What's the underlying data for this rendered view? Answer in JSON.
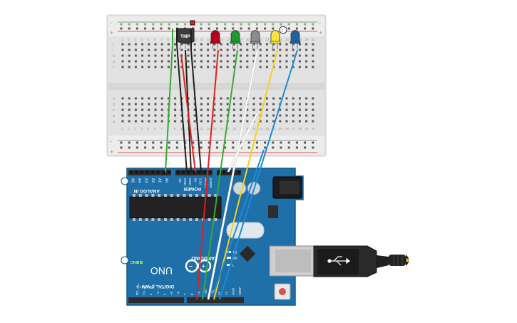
{
  "breadboard": {
    "power_rail_plus": "+",
    "power_rail_minus": "-",
    "row_letters_top": [
      "j",
      "i",
      "h",
      "g",
      "f"
    ],
    "row_letters_bottom": [
      "e",
      "d",
      "c",
      "b",
      "a"
    ],
    "column_numbers": [
      "1",
      "2",
      "3",
      "4",
      "5",
      "6",
      "7",
      "8",
      "9",
      "10",
      "11",
      "12",
      "13",
      "14",
      "15",
      "16",
      "17",
      "18",
      "19",
      "20",
      "21",
      "22",
      "23",
      "24",
      "25",
      "26",
      "27",
      "28",
      "29",
      "30"
    ]
  },
  "components": {
    "temp_sensor_label": "TMP",
    "led_colors": [
      "#b3001b",
      "#1c9a2e",
      "#8c8c8c",
      "#f6e33b",
      "#1e64a0"
    ],
    "led_names": [
      "red-led",
      "green-led",
      "gray-led",
      "yellow-led",
      "blue-led"
    ]
  },
  "wires": {
    "colors": {
      "green": "#39a935",
      "black": "#1f1f1f",
      "red": "#e02020",
      "white": "#ffffff",
      "yellow": "#f2d21a",
      "blue": "#1f8ad8"
    }
  },
  "arduino": {
    "brand": "ARDUINO",
    "model": "UNO",
    "on_label": "ON",
    "reset_label": "RESET",
    "power_header": "POWER",
    "analog_header": "ANALOG IN",
    "digital_header": "DIGITAL (PWM~)",
    "aref": "AREF",
    "gnd": "GND",
    "ioref": "IOREF",
    "tx_label": "TX",
    "rx_label": "RX",
    "l_label": "L",
    "power_pins": [
      "IOREF",
      "RESET",
      "3.3V",
      "5V",
      "GND",
      "GND",
      "Vin"
    ],
    "analog_pins": [
      "A0",
      "A1",
      "A2",
      "A3",
      "A4",
      "A5"
    ],
    "digital_pins": [
      "AREF",
      "GND",
      "13",
      "12",
      "~11",
      "~10",
      "~9",
      "8",
      "7",
      "~6",
      "~5",
      "4",
      "~3",
      "2",
      "TX→1",
      "RX←0"
    ],
    "board_color": "#1f6fa8",
    "board_dark": "#155a8a"
  }
}
